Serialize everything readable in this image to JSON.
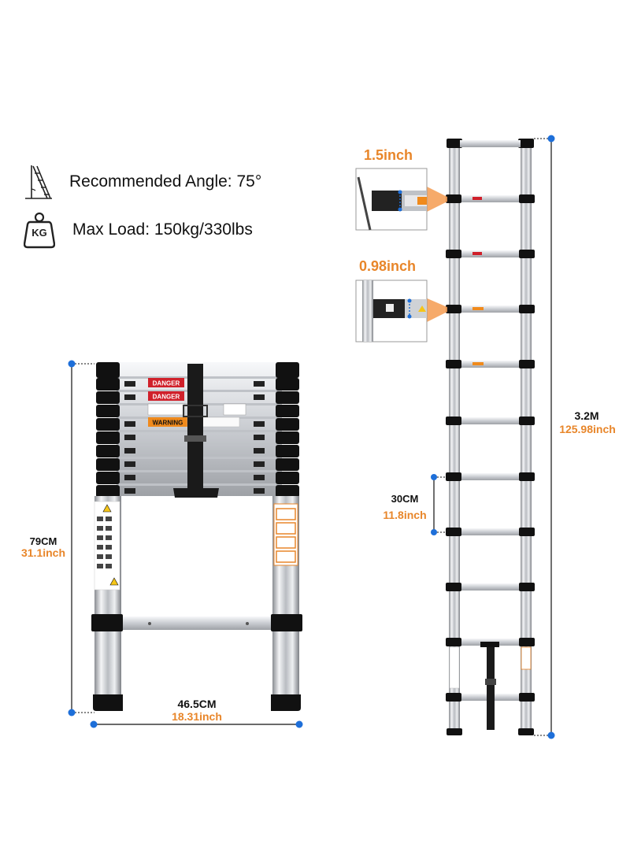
{
  "specs": {
    "angle": {
      "icon": "ladder-angle-icon",
      "text": "Recommended Angle: 75°"
    },
    "load": {
      "icon": "kg-weight-icon",
      "icon_text": "KG",
      "text": "Max Load: 150kg/330lbs"
    }
  },
  "collapsed": {
    "height_cm": "79CM",
    "height_in": "31.1inch",
    "width_cm": "46.5CM",
    "width_in": "18.31inch",
    "rung_labels": [
      "DANGER",
      "DANGER",
      "WARNING"
    ]
  },
  "extended": {
    "height_m": "3.2M",
    "height_in": "125.98inch",
    "rung_gap_cm": "30CM",
    "rung_gap_in": "11.8inch",
    "rung_depth": "1.5inch",
    "rail_width": "0.98inch"
  },
  "colors": {
    "accent_orange": "#e8862a",
    "dimension_blue": "#1e6fd9"
  }
}
